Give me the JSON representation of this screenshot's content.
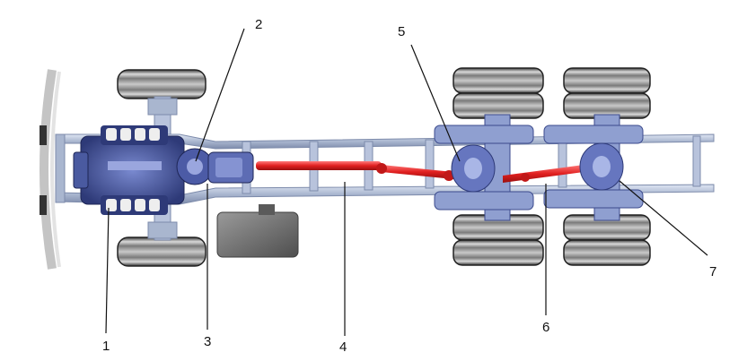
{
  "diagram": {
    "callouts": [
      {
        "id": "1",
        "label": "1"
      },
      {
        "id": "2",
        "label": "2"
      },
      {
        "id": "3",
        "label": "3"
      },
      {
        "id": "4",
        "label": "4"
      },
      {
        "id": "5",
        "label": "5"
      },
      {
        "id": "6",
        "label": "6"
      },
      {
        "id": "7",
        "label": "7"
      }
    ],
    "colors": {
      "frame": "#a9b6cf",
      "frame_edge": "#7d8bab",
      "engine": "#3b4a8c",
      "engine_light": "#6677bb",
      "driveshaft": "#e01f1f",
      "tire": "#2e2e2e",
      "tire_tread": "#8e8e8e",
      "tank": "#6f6f6f",
      "axle_housing": "#8f9fd0",
      "leader_line": "#111111"
    }
  }
}
